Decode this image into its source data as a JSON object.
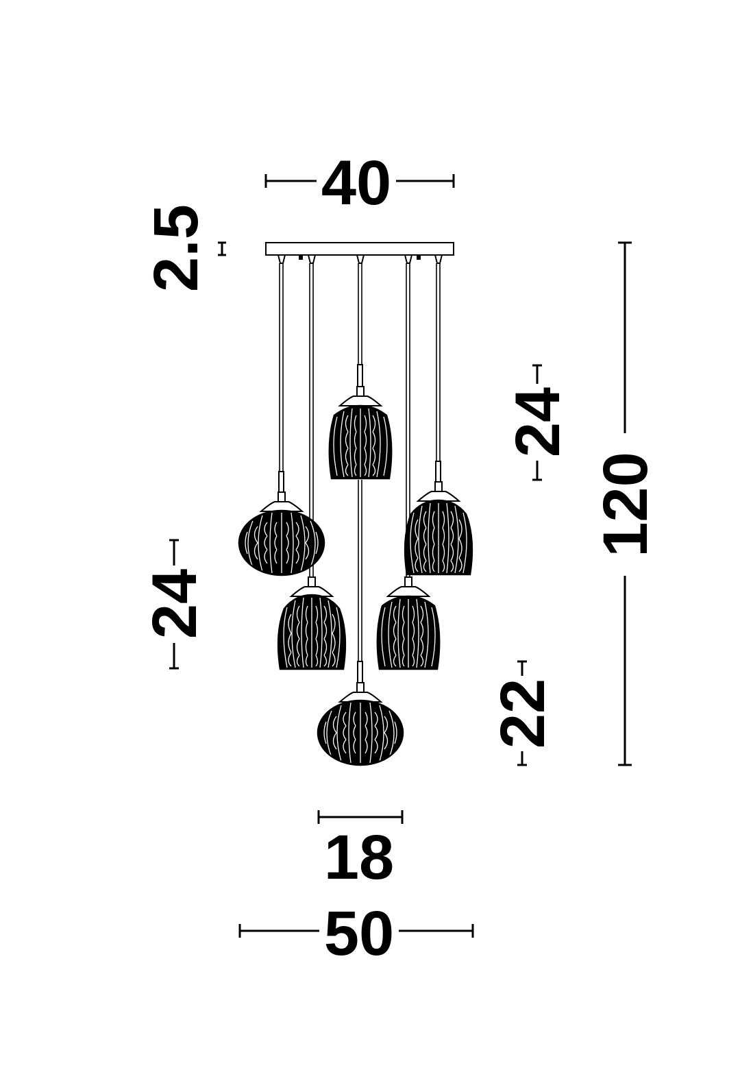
{
  "dimensions": {
    "canopy_width": "40",
    "canopy_height": "2.5",
    "overall_height": "120",
    "shade_height_left": "24",
    "shade_height_right": "24",
    "shade_height_bottom": "22",
    "shade_width": "18",
    "overall_width": "50"
  },
  "colors": {
    "line": "#000000",
    "background": "#ffffff"
  }
}
